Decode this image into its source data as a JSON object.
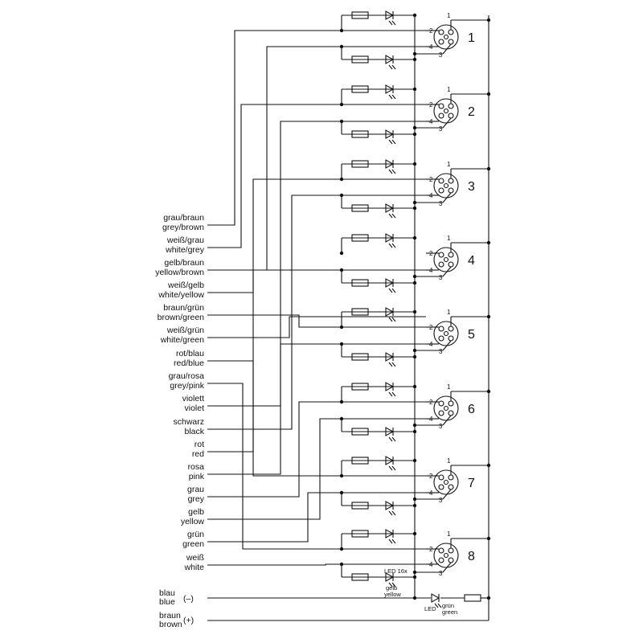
{
  "wire_labels": [
    {
      "de": "grau/braun",
      "en": "grey/brown"
    },
    {
      "de": "weiß/grau",
      "en": "white/grey"
    },
    {
      "de": "gelb/braun",
      "en": "yellow/brown"
    },
    {
      "de": "weiß/gelb",
      "en": "white/yellow"
    },
    {
      "de": "braun/grün",
      "en": "brown/green"
    },
    {
      "de": "weiß/grün",
      "en": "white/green"
    },
    {
      "de": "rot/blau",
      "en": "red/blue"
    },
    {
      "de": "grau/rosa",
      "en": "grey/pink"
    },
    {
      "de": "violett",
      "en": "violet"
    },
    {
      "de": "schwarz",
      "en": "black"
    },
    {
      "de": "rot",
      "en": "red"
    },
    {
      "de": "rosa",
      "en": "pink"
    },
    {
      "de": "grau",
      "en": "grey"
    },
    {
      "de": "gelb",
      "en": "yellow"
    },
    {
      "de": "grün",
      "en": "green"
    },
    {
      "de": "weiß",
      "en": "white"
    }
  ],
  "power_labels": [
    {
      "de": "blau",
      "en": "blue",
      "polarity": "(–)"
    },
    {
      "de": "braun",
      "en": "brown",
      "polarity": "(+)"
    }
  ],
  "connectors": [
    "8",
    "7",
    "6",
    "5",
    "4",
    "3",
    "2",
    "1"
  ],
  "pin_numbers": {
    "p1": "1",
    "p2": "2",
    "p3": "3",
    "p4": "4"
  },
  "led_note": "LED 16x",
  "led_color_de": "gelb",
  "led_color_en": "yellow",
  "power_led": {
    "prefix": "LED",
    "de": "grün",
    "en": "green"
  }
}
